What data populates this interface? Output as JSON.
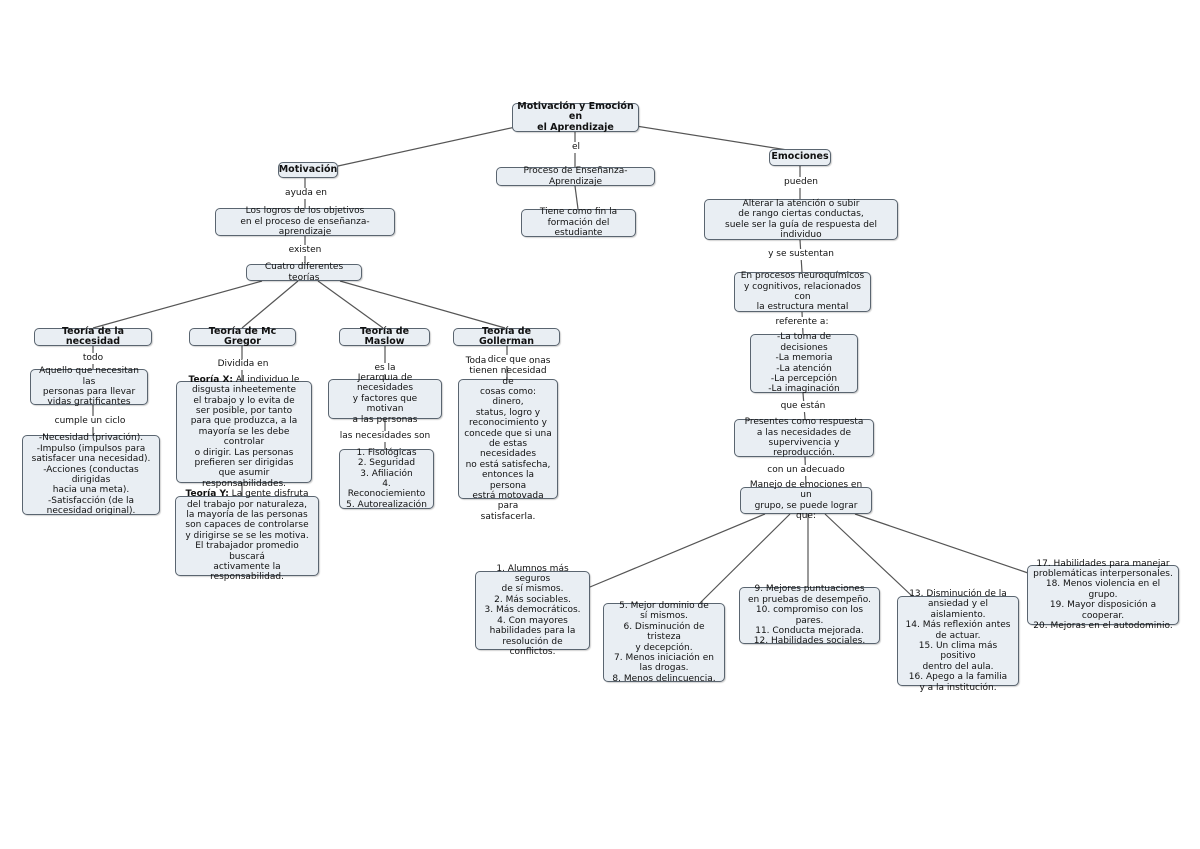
{
  "nodes": {
    "root": "Motivación y Emoción en\nel Aprendizaje",
    "motivacion": "Motivación",
    "proceso": "Proceso de Enseñanza-Aprendizaje",
    "emociones": "Emociones",
    "logros": "Los logros de los objetivos\nen el proceso de enseñanza-aprendizaje",
    "fin": "Tiene como fin la\nformación del estudiante",
    "alterar": "Alterar la atención o subir\nde rango ciertas conductas,\nsuele ser la guía de respuesta del individuo",
    "cuatro": "Cuatro diferentes teorías",
    "neuro": "En procesos neuroquímicos\ny cognitivos, relacionados con\nla estructura mental",
    "t_necesidad": "Teoría de la necesidad",
    "t_mcgregor": "Teoría de Mc Gregor",
    "t_maslow": "Teoría de Maslow",
    "t_gollerman": "Teoría de Gollerman",
    "aquello": "Aquello que necesitan las\npersonas para llevar\nvidas gratificantes",
    "ciclo": "-Necesidad (privación).\n-Impulso (impulsos para\nsatisfacer una necesidad).\n-Acciones (conductas dirigidas\nhacia una meta).\n-Satisfacción (de la\nnecesidad original).",
    "teoria_x_title": "Teoría X:",
    "teoria_x_body": " Al individuo le\ndisgusta inheetemente\nel trabajo y lo evita de\nser posible, por tanto\npara que produzca, a la\nmayoría se les debe controlar\no dirigir. Las personas\nprefieren ser dirigidas\nque asumir responsabilidades.",
    "teoria_y_title": "Teoría Y:",
    "teoria_y_body": " La gente disfruta\ndel trabajo por naturaleza,\nla mayoría de las personas\nson capaces de controlarse\ny dirigirse se se les motiva.\nEl trabajador promedio buscará\nactivamente la responsabilidad.",
    "jerarquia": "Jerarquía de necesidades\ny factores que motivan\na las personas",
    "niveles": "1. Fisológicas\n2. Seguridad\n3. Afiliación\n4. Reconociemiento\n5. Autorealización",
    "todas": "Todas las personas\ntienen necesidad de\ncosas como: dinero,\nstatus, logro y\nreconocimiento y\nconcede que si una\nde estas necesidades\nno está satisfecha,\nentonces la persona\nestrá motovada para\nsatisfacerla.",
    "decisiones": "-La toma de decisiones\n-La memoria\n-La atención\n-La percepción\n-La imaginación",
    "presentes": "Presentes como respuesta\na las necesidades de\nsupervivencia y reproducción.",
    "manejo": "Manejo de emociones en un\ngrupo, se puede lograr que:",
    "g1": "1. Alumnos más seguros\nde sí mismos.\n2. Más sociables.\n3. Más democráticos.\n4. Con mayores\nhabilidades para la\nresolución de conflictos.",
    "g2": "5. Mejor dominio de\nsí mismos.\n6. Disminución de tristeza\ny decepción.\n7. Menos iniciación en\nlas drogas.\n8. Menos delincuencia.",
    "g3": "9. Mejores puntuaciones\nen pruebas de desempeño.\n10. compromiso con los pares.\n11. Conducta mejorada.\n12. Habilidades sociales.",
    "g4": "13. Disminución de la\nansiedad y el aislamiento.\n14. Más reflexión antes\nde actuar.\n15. Un clima más positivo\ndentro del aula.\n16. Apego a la familia\ny a la institución.",
    "g5": "17. Habilidades para manejar\nproblemáticas interpersonales.\n18. Menos violencia en el grupo.\n19. Mayor disposición a cooperar.\n20. Mejoras en el autodominio."
  },
  "labels": {
    "el": "el",
    "ayuda_en": "ayuda en",
    "pueden": "pueden",
    "existen": "existen",
    "y_se_sustentan": "y se sustentan",
    "referente_a": "referente a:",
    "todo": "todo",
    "dividida_en": "Dividida en",
    "es_la": "es la",
    "dice_que": "dice que",
    "cumple_un_ciclo": "cumple un ciclo",
    "las_necesidades_son": "las necesidades son",
    "que_estan": "que están",
    "con_un_adecuado": "con un adecuado"
  }
}
